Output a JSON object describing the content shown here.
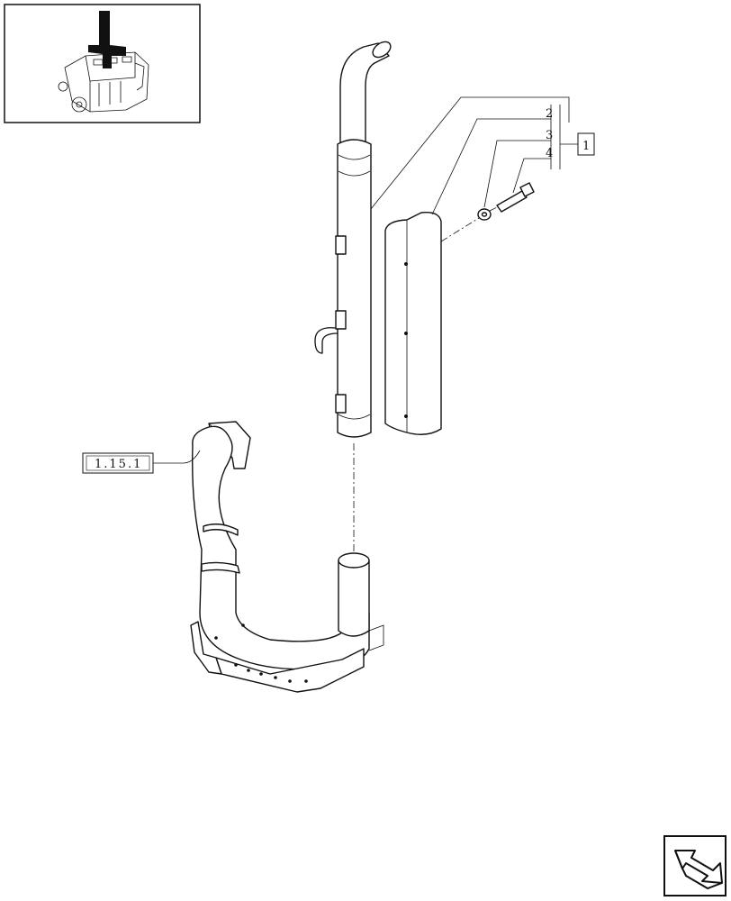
{
  "callouts": [
    {
      "id": "2",
      "label": "2"
    },
    {
      "id": "3",
      "label": "3"
    },
    {
      "id": "4",
      "label": "4"
    }
  ],
  "kit_label": "1",
  "ref_label": "1.15.1"
}
